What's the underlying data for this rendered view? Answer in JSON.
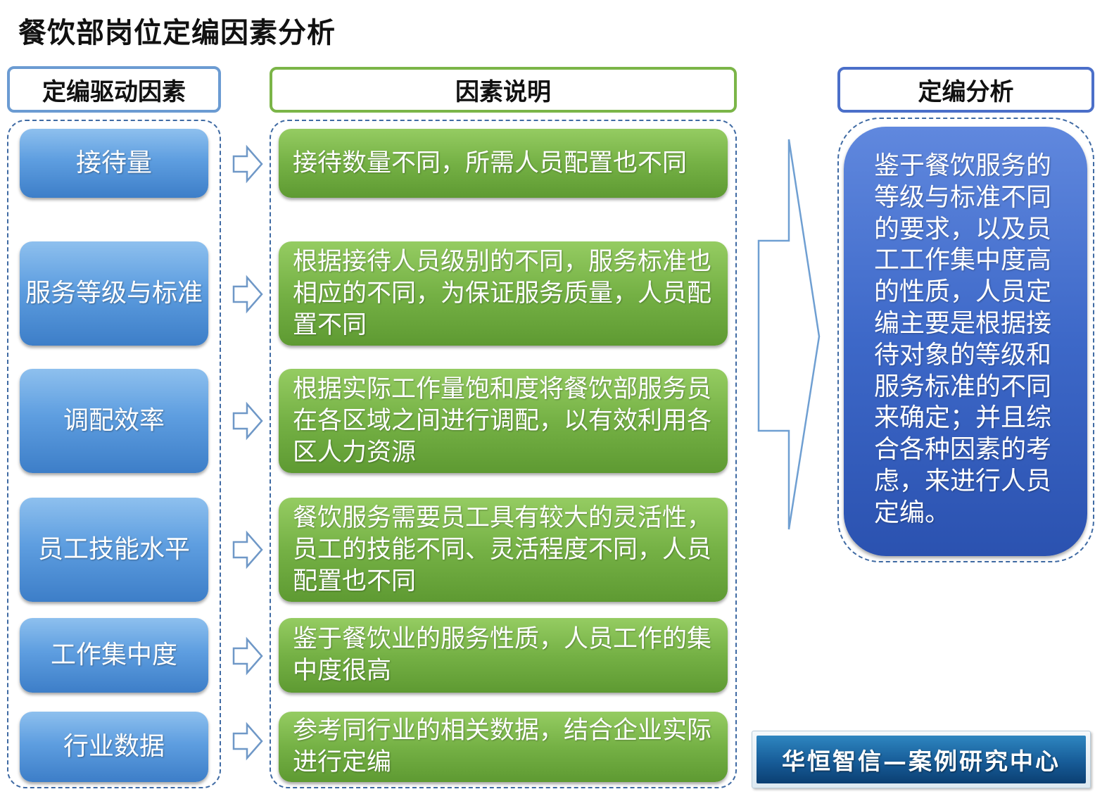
{
  "title": "餐饮部岗位定编因素分析",
  "headers": {
    "drivers": "定编驱动因素",
    "explanation": "因素说明",
    "analysis": "定编分析"
  },
  "factors": [
    {
      "driver": "接待量",
      "explanation": "接待数量不同，所需人员配置也不同"
    },
    {
      "driver": "服务等级与标准",
      "explanation": "根据接待人员级别的不同，服务标准也相应的不同，为保证服务质量，人员配置不同"
    },
    {
      "driver": "调配效率",
      "explanation": "根据实际工作量饱和度将餐饮部服务员在各区域之间进行调配，以有效利用各区人力资源"
    },
    {
      "driver": "员工技能水平",
      "explanation": "餐饮服务需要员工具有较大的灵活性，员工的技能不同、灵活程度不同，人员配置也不同"
    },
    {
      "driver": "工作集中度",
      "explanation": "鉴于餐饮业的服务性质，人员工作的集中度很高"
    },
    {
      "driver": "行业数据",
      "explanation": "参考同行业的相关数据，结合企业实际进行定编"
    }
  ],
  "analysis_text": "鉴于餐饮服务的等级与标准不同的要求，以及员工工作集中度高的性质，人员定编主要是根据接待对象的等级和服务标准的不同来确定；并且综合各种因素的考虑，来进行人员定编。",
  "stamp": "华恒智信—案例研究中心",
  "colors": {
    "driver_blue": "#5e9ee0",
    "explanation_green": "#75b145",
    "analysis_blue": "#3d68c8",
    "stamp_blue": "#175c98"
  },
  "icons": [
    "right-arrow-icon"
  ]
}
